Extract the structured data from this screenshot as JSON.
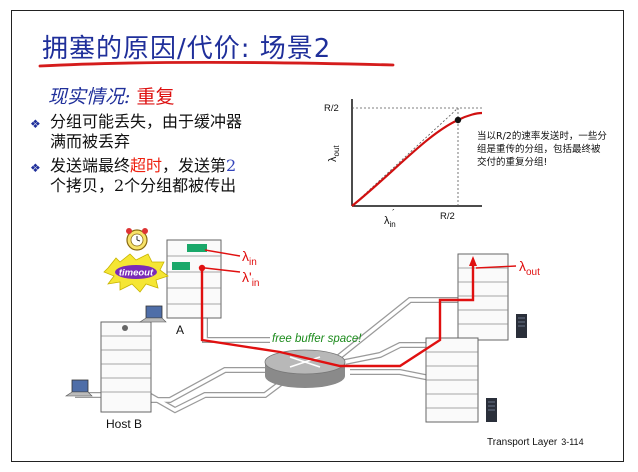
{
  "slide": {
    "title_part1": "拥塞的原因/代价: 场景",
    "title_part2": "2",
    "subtitle_label": "现实情况: ",
    "subtitle_value": "重复",
    "bullet1_line1": "分组可能丢失，由于缓冲器",
    "bullet1_line2": "满而被丢弃",
    "bullet2_a": "发送端最终",
    "bullet2_b": "超时",
    "bullet2_c": "，发送第",
    "bullet2_d": "2",
    "bullet2_line2": "个拷贝，2个分组都被传出",
    "graph_note": "当以R/2的速率发送时，一些分组是重传的分组，包括最终被交付的重复分组!",
    "graph_ylabel_top": "R/2",
    "graph_xlabel_right": "R/2",
    "graph_yaxis_label": "λ",
    "graph_yaxis_sub": "out",
    "graph_xaxis_label": "λ",
    "graph_xaxis_sub": "in",
    "timeout_label": "timeout",
    "lambda_in": "λ",
    "lambda_in_sub": "in",
    "lambda_in_prime": "λ'",
    "lambda_in_prime_sub": "in",
    "lambda_out": "λ",
    "lambda_out_sub": "out",
    "host_a_label": "A",
    "host_b_label": "Host B",
    "buffer_label": "free buffer space!",
    "footer_label": "Transport Layer",
    "footer_page": "3-114"
  },
  "colors": {
    "title": "#1f2f9a",
    "accent_red": "#e21",
    "curve_red": "#d01010",
    "packet_green": "#1aa86a",
    "buffer_text": "#1a8a1a"
  },
  "icons": [
    "alarm-clock-icon",
    "timeout-burst-icon",
    "laptop-icon",
    "server-tower-icon",
    "router-icon",
    "bullet-diamond-icon"
  ]
}
